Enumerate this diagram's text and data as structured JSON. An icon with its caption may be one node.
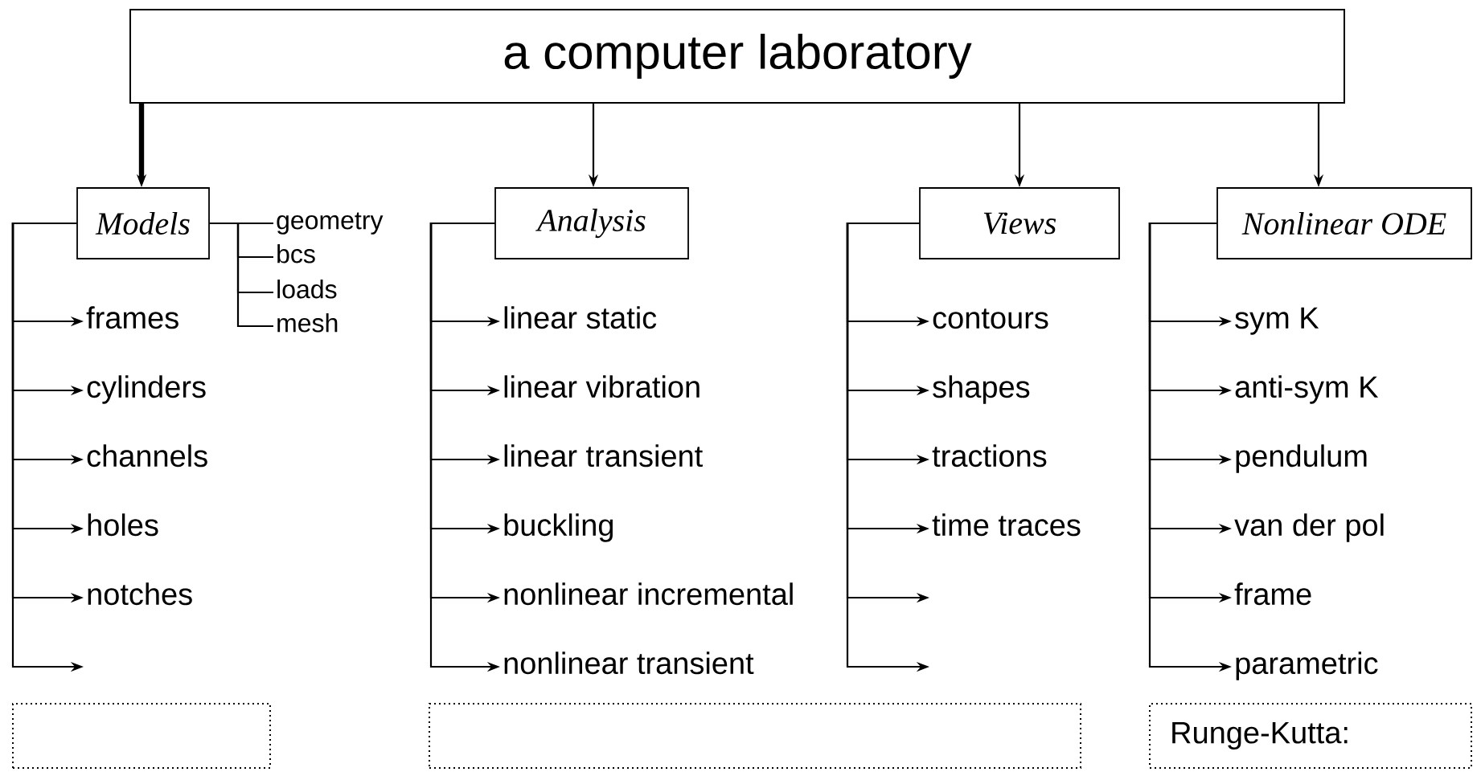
{
  "diagram": {
    "nodes": [
      {
        "text": [
          "a computer laboratory"
        ]
      },
      {
        "text": [
          "Models"
        ]
      },
      {
        "text": [
          "geometry"
        ]
      },
      {
        "text": [
          "bcs"
        ]
      },
      {
        "text": [
          "loads"
        ]
      },
      {
        "text": [
          "mesh"
        ]
      },
      {
        "text": [
          "frames"
        ]
      },
      {
        "text": [
          "cylinders"
        ]
      },
      {
        "text": [
          "channels"
        ]
      },
      {
        "text": [
          "holes"
        ]
      },
      {
        "text": [
          "notches"
        ]
      },
      {
        "text": [
          "Analysis"
        ]
      },
      {
        "text": [
          "linear static"
        ]
      },
      {
        "text": [
          "linear vibration"
        ]
      },
      {
        "text": [
          "linear transient"
        ]
      },
      {
        "text": [
          "buckling"
        ]
      },
      {
        "text": [
          "nonlinear incremental"
        ]
      },
      {
        "text": [
          "nonlinear transient"
        ]
      },
      {
        "text": [
          "Views"
        ]
      },
      {
        "text": [
          "contours"
        ]
      },
      {
        "text": [
          "shapes"
        ]
      },
      {
        "text": [
          "tractions"
        ]
      },
      {
        "text": [
          "time traces"
        ]
      },
      {
        "text": [
          "Nonlinear ODE"
        ]
      },
      {
        "text": [
          "sym K"
        ]
      },
      {
        "text": [
          "anti-sym K"
        ]
      },
      {
        "text": [
          "pendulum"
        ]
      },
      {
        "text": [
          "van der pol"
        ]
      },
      {
        "text": [
          "frame"
        ]
      },
      {
        "text": [
          "parametric"
        ]
      },
      {
        "text": [],
        "shape": "box"
      },
      {
        "text": [],
        "shape": "box"
      },
      {
        "text": [
          "Runge-Kutta:"
        ]
      }
    ],
    "edges": [
      {
        "from": 0,
        "to": 1,
        "arrow": "to",
        "style": "thick"
      },
      {
        "from": 0,
        "to": 11,
        "arrow": "to"
      },
      {
        "from": 0,
        "to": 18,
        "arrow": "to"
      },
      {
        "from": 0,
        "to": 23,
        "arrow": "to"
      },
      {
        "from": 1,
        "to": 2,
        "arrow": "none"
      },
      {
        "from": 1,
        "to": 3,
        "arrow": "none"
      },
      {
        "from": 1,
        "to": 4,
        "arrow": "none"
      },
      {
        "from": 1,
        "to": 5,
        "arrow": "none"
      },
      {
        "from": 1,
        "to": 6,
        "arrow": "to"
      },
      {
        "from": 1,
        "to": 7,
        "arrow": "to"
      },
      {
        "from": 1,
        "to": 8,
        "arrow": "to"
      },
      {
        "from": 1,
        "to": 9,
        "arrow": "to"
      },
      {
        "from": 1,
        "to": 10,
        "arrow": "to"
      },
      {
        "from": 1,
        "to": null,
        "arrow": "to"
      },
      {
        "from": 11,
        "to": 12,
        "arrow": "to"
      },
      {
        "from": 11,
        "to": 13,
        "arrow": "to"
      },
      {
        "from": 11,
        "to": 14,
        "arrow": "to"
      },
      {
        "from": 11,
        "to": 15,
        "arrow": "to"
      },
      {
        "from": 11,
        "to": 16,
        "arrow": "to"
      },
      {
        "from": 11,
        "to": 17,
        "arrow": "to"
      },
      {
        "from": 18,
        "to": 19,
        "arrow": "to"
      },
      {
        "from": 18,
        "to": 20,
        "arrow": "to"
      },
      {
        "from": 18,
        "to": 21,
        "arrow": "to"
      },
      {
        "from": 18,
        "to": 22,
        "arrow": "to"
      },
      {
        "from": 18,
        "to": null,
        "arrow": "to"
      },
      {
        "from": 18,
        "to": null,
        "arrow": "to"
      },
      {
        "from": 23,
        "to": 24,
        "arrow": "to"
      },
      {
        "from": 23,
        "to": 25,
        "arrow": "to"
      },
      {
        "from": 23,
        "to": 26,
        "arrow": "to"
      },
      {
        "from": 23,
        "to": 27,
        "arrow": "to"
      },
      {
        "from": 23,
        "to": 28,
        "arrow": "to"
      },
      {
        "from": 23,
        "to": 29,
        "arrow": "to"
      }
    ]
  }
}
